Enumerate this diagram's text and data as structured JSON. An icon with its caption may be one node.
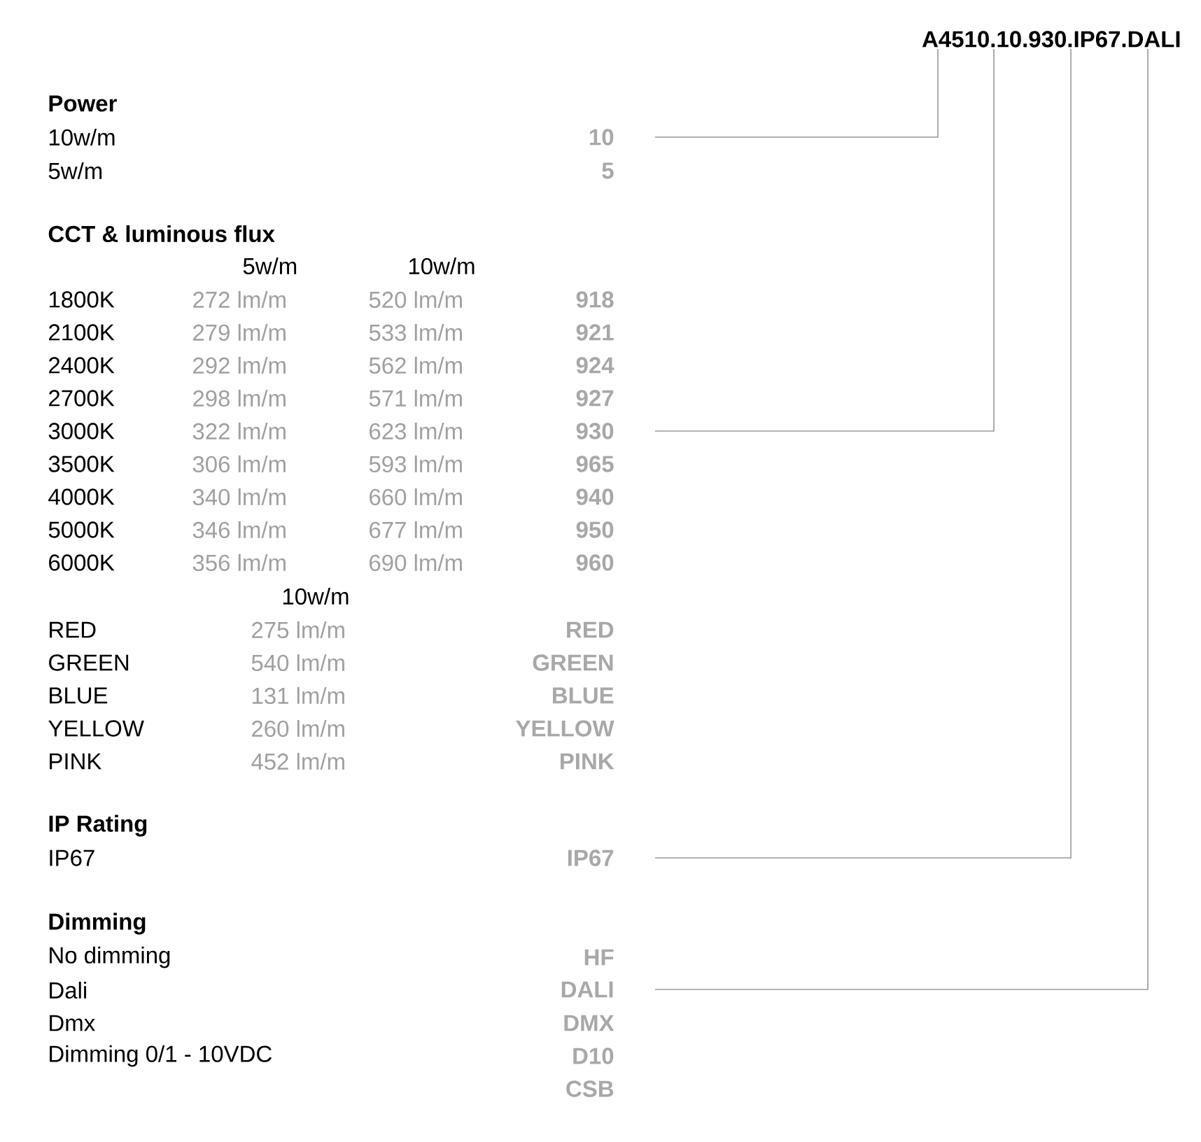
{
  "diagram": {
    "nodes": [
      {
        "text": [
          "A4510.10.930.IP67.DALI"
        ]
      },
      {
        "text": [
          "10"
        ]
      },
      {
        "text": [
          "930"
        ]
      },
      {
        "text": [
          "IP67"
        ]
      },
      {
        "text": [
          "DALI"
        ]
      }
    ],
    "edges": [
      {
        "from": 0,
        "to": 1,
        "arrow": "none"
      },
      {
        "from": 0,
        "to": 2,
        "arrow": "none"
      },
      {
        "from": 0,
        "to": 3,
        "arrow": "none"
      },
      {
        "from": 0,
        "to": 4,
        "arrow": "none"
      }
    ],
    "labels": [
      "Power",
      "10w/m",
      "5w/m",
      "5",
      "CCT & luminous flux",
      "5w/m",
      "10w/m",
      "1800K",
      "272 lm/m",
      "520 lm/m",
      "918",
      "2100K",
      "279 lm/m",
      "533 lm/m",
      "921",
      "2400K",
      "292 lm/m",
      "562 lm/m",
      "924",
      "2700K",
      "298 lm/m",
      "571 lm/m",
      "927",
      "3000K",
      "322 lm/m",
      "623 lm/m",
      "3500K",
      "306 lm/m",
      "593 lm/m",
      "965",
      "4000K",
      "340 lm/m",
      "660 lm/m",
      "940",
      "5000K",
      "346 lm/m",
      "677 lm/m",
      "950",
      "6000K",
      "356 lm/m",
      "690 lm/m",
      "960",
      "10w/m",
      "RED",
      "275 lm/m",
      "RED",
      "GREEN",
      "540 lm/m",
      "GREEN",
      "BLUE",
      "131 lm/m",
      "BLUE",
      "YELLOW",
      "260 lm/m",
      "YELLOW",
      "PINK",
      "452 lm/m",
      "PINK",
      "IP Rating",
      "IP67",
      "Dimming",
      "No dimming",
      "HF",
      "Dali",
      "Dmx",
      "DMX",
      "Dimming 0/1 - 10VDC",
      "D10",
      "CSB"
    ]
  }
}
